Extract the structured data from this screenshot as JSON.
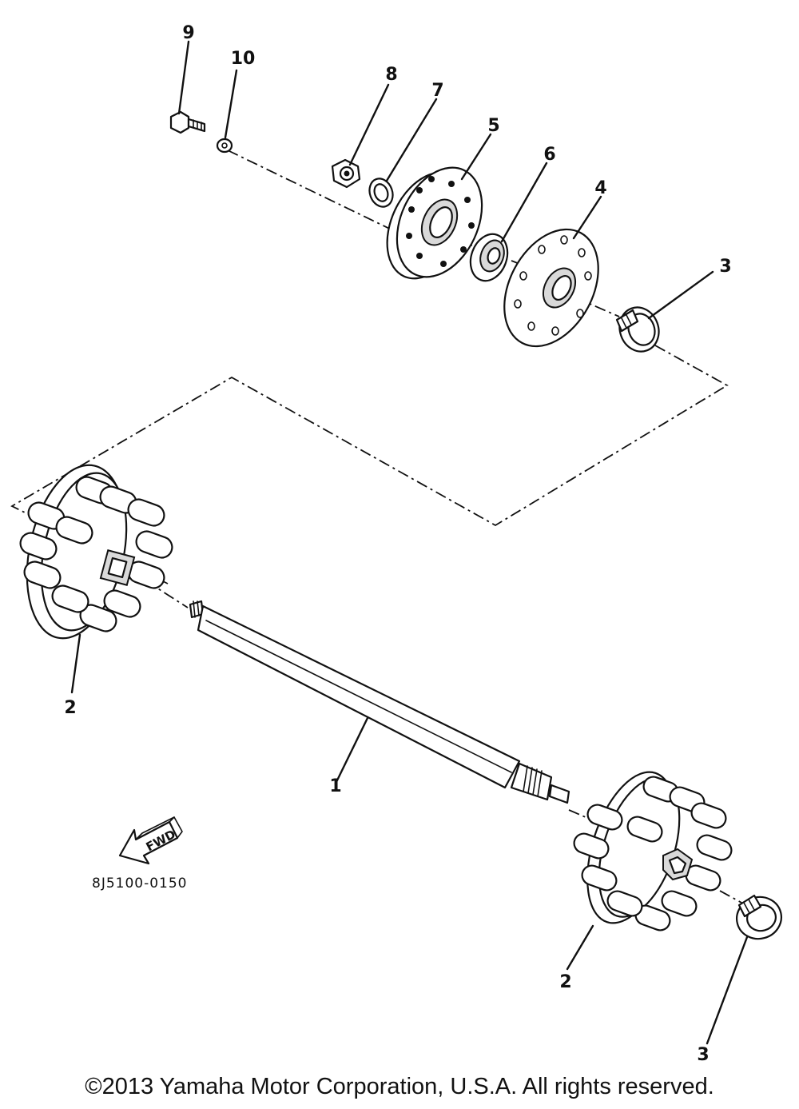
{
  "diagram": {
    "callouts": {
      "shaft": "1",
      "sprocket_left": "2",
      "sprocket_right": "2",
      "clamp_upper": "3",
      "clamp_lower": "3",
      "plate": "4",
      "housing": "5",
      "bearing": "6",
      "seal": "7",
      "nut": "8",
      "bolt": "9",
      "washer": "10"
    },
    "fwd_label": "FWD",
    "part_code": "8J5100-0150"
  },
  "footer": {
    "copyright": "©2013 Yamaha Motor Corporation, U.S.A. All rights reserved."
  }
}
